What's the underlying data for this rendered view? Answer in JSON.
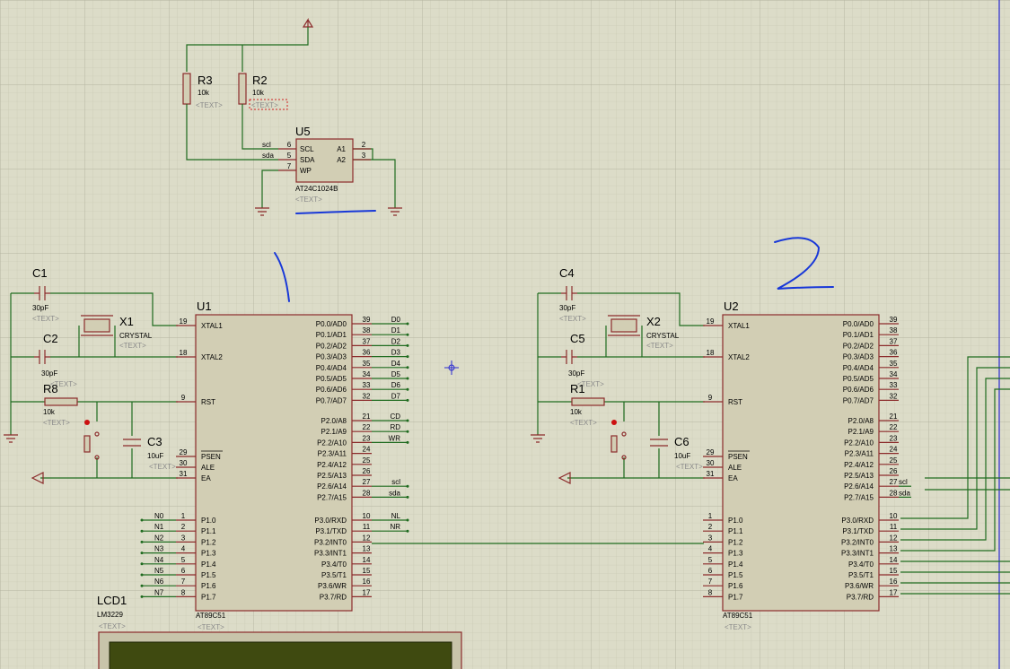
{
  "colors": {
    "background": "#dcdcc8",
    "grid_minor": "#c6c6b0",
    "grid_major": "#b4b4a0",
    "wire": "#1f6b1f",
    "component": "#8b2b2b",
    "annotation": "#1838d8"
  },
  "placeholder": "<TEXT>",
  "u5": {
    "ref": "U5",
    "part": "AT24C1024B",
    "pins_left": [
      {
        "num": "6",
        "name": "SCL",
        "net": "scl"
      },
      {
        "num": "5",
        "name": "SDA",
        "net": "sda"
      },
      {
        "num": "7",
        "name": "WP",
        "net": ""
      }
    ],
    "pins_right": [
      {
        "num": "2",
        "name": "A1"
      },
      {
        "num": "3",
        "name": "A2"
      }
    ]
  },
  "r3": {
    "ref": "R3",
    "value": "10k"
  },
  "r2": {
    "ref": "R2",
    "value": "10k"
  },
  "mcu": [
    {
      "ref": "U1",
      "part": "AT89C51",
      "annotation": "1",
      "caps": [
        {
          "ref": "C1",
          "value": "30pF"
        },
        {
          "ref": "C2",
          "value": "30pF"
        },
        {
          "ref": "C3",
          "value": "10uF"
        }
      ],
      "crystal": {
        "ref": "X1",
        "value": "CRYSTAL"
      },
      "resistor": {
        "ref": "R8",
        "value": "10k"
      },
      "p0_nets": [
        "D0",
        "D1",
        "D2",
        "D3",
        "D4",
        "D5",
        "D6",
        "D7"
      ],
      "p2_nets": [
        "CD",
        "RD",
        "WR",
        "",
        "",
        "",
        "scl",
        "sda"
      ],
      "p3_nets": [
        "NL",
        "NR",
        "",
        "",
        "",
        "",
        "",
        ""
      ],
      "p1_nets": [
        "N0",
        "N1",
        "N2",
        "N3",
        "N4",
        "N5",
        "N6",
        "N7"
      ]
    },
    {
      "ref": "U2",
      "part": "AT89C51",
      "annotation": "2",
      "caps": [
        {
          "ref": "C4",
          "value": "30pF"
        },
        {
          "ref": "C5",
          "value": "30pF"
        },
        {
          "ref": "C6",
          "value": "10uF"
        }
      ],
      "crystal": {
        "ref": "X2",
        "value": "CRYSTAL"
      },
      "resistor": {
        "ref": "R1",
        "value": "10k"
      },
      "p0_nets": [
        "",
        "",
        "",
        "",
        "",
        "",
        "",
        ""
      ],
      "p2_nets": [
        "",
        "",
        "",
        "",
        "",
        "",
        "scl",
        "sda"
      ],
      "p3_nets": [
        "",
        "",
        "",
        "",
        "",
        "",
        "",
        ""
      ],
      "p1_nets": [
        "",
        "",
        "",
        "",
        "",
        "",
        "",
        ""
      ]
    }
  ],
  "mcu_pins": {
    "left": [
      {
        "num": "19",
        "name": "XTAL1"
      },
      {
        "num": "18",
        "name": "XTAL2"
      },
      {
        "num": "9",
        "name": "RST"
      },
      {
        "num": "29",
        "name": "PSEN"
      },
      {
        "num": "30",
        "name": "ALE"
      },
      {
        "num": "31",
        "name": "EA"
      }
    ],
    "p1": [
      {
        "num": "1",
        "name": "P1.0"
      },
      {
        "num": "2",
        "name": "P1.1"
      },
      {
        "num": "3",
        "name": "P1.2"
      },
      {
        "num": "4",
        "name": "P1.3"
      },
      {
        "num": "5",
        "name": "P1.4"
      },
      {
        "num": "6",
        "name": "P1.5"
      },
      {
        "num": "7",
        "name": "P1.6"
      },
      {
        "num": "8",
        "name": "P1.7"
      }
    ],
    "p0": [
      {
        "num": "39",
        "name": "P0.0/AD0"
      },
      {
        "num": "38",
        "name": "P0.1/AD1"
      },
      {
        "num": "37",
        "name": "P0.2/AD2"
      },
      {
        "num": "36",
        "name": "P0.3/AD3"
      },
      {
        "num": "35",
        "name": "P0.4/AD4"
      },
      {
        "num": "34",
        "name": "P0.5/AD5"
      },
      {
        "num": "33",
        "name": "P0.6/AD6"
      },
      {
        "num": "32",
        "name": "P0.7/AD7"
      }
    ],
    "p2": [
      {
        "num": "21",
        "name": "P2.0/A8"
      },
      {
        "num": "22",
        "name": "P2.1/A9"
      },
      {
        "num": "23",
        "name": "P2.2/A10"
      },
      {
        "num": "24",
        "name": "P2.3/A11"
      },
      {
        "num": "25",
        "name": "P2.4/A12"
      },
      {
        "num": "26",
        "name": "P2.5/A13"
      },
      {
        "num": "27",
        "name": "P2.6/A14"
      },
      {
        "num": "28",
        "name": "P2.7/A15"
      }
    ],
    "p3": [
      {
        "num": "10",
        "name": "P3.0/RXD"
      },
      {
        "num": "11",
        "name": "P3.1/TXD"
      },
      {
        "num": "12",
        "name": "P3.2/INT0"
      },
      {
        "num": "13",
        "name": "P3.3/INT1"
      },
      {
        "num": "14",
        "name": "P3.4/T0"
      },
      {
        "num": "15",
        "name": "P3.5/T1"
      },
      {
        "num": "16",
        "name": "P3.6/WR"
      },
      {
        "num": "17",
        "name": "P3.7/RD"
      }
    ]
  },
  "lcd": {
    "ref": "LCD1",
    "part": "LM3229"
  }
}
